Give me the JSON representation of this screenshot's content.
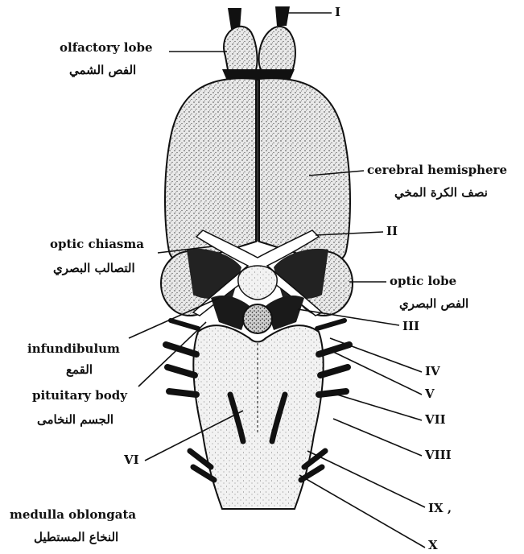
{
  "labels": {
    "olfactory_lobe": {
      "en": "olfactory lobe",
      "ar": "الفص الشمي"
    },
    "cerebral_hemisphere": {
      "en": "cerebral hemisphere",
      "ar": "نصف الكرة المخي"
    },
    "optic_chiasma": {
      "en": "optic chiasma",
      "ar": "التصالب البصري"
    },
    "optic_lobe": {
      "en": "optic lobe",
      "ar": "الفص البصري"
    },
    "infundibulum": {
      "en": "infundibulum",
      "ar": "القمع"
    },
    "pituitary_body": {
      "en": "pituitary body",
      "ar": "الجسم النخامى"
    },
    "medulla_oblongata": {
      "en": "medulla oblongata",
      "ar": "النخاع المستطيل"
    }
  },
  "nerves": {
    "I": "I",
    "II": "II",
    "III": "III",
    "IV": "IV",
    "V": "V",
    "VI": "VI",
    "VII": "VII",
    "VIII": "VIII",
    "IX": "IX ,",
    "X": "X"
  },
  "colors": {
    "ink": "#111111",
    "tissue": "#e6e6e6",
    "paper": "#ffffff"
  }
}
